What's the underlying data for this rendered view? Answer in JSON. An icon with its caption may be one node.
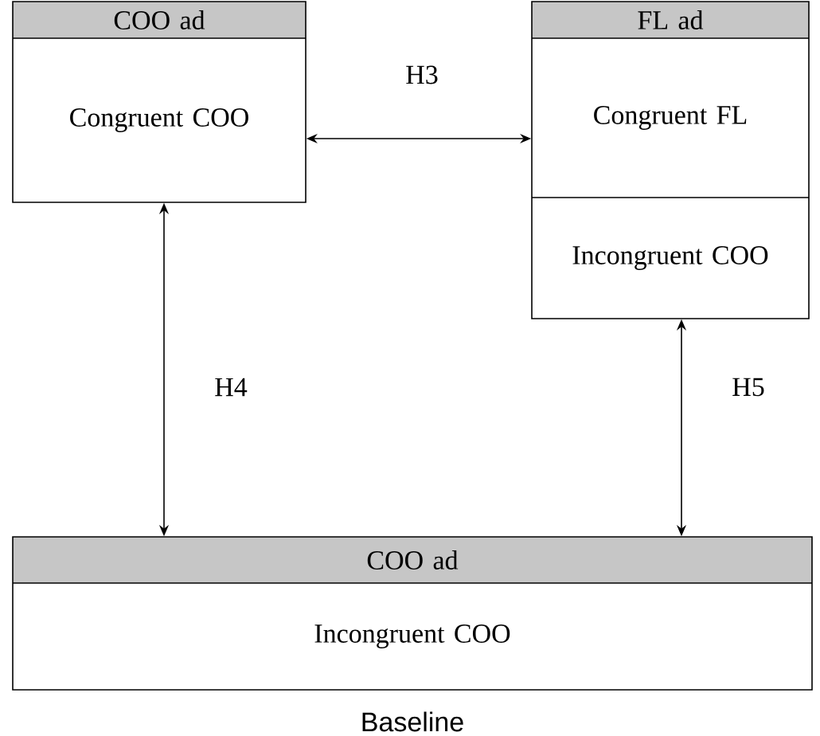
{
  "diagram": {
    "nodes": [
      {
        "text": [
          "COO ad",
          "Congruent COO"
        ]
      },
      {
        "text": [
          "FL ad",
          "Congruent FL",
          "Incongruent COO"
        ]
      },
      {
        "text": [
          "COO ad",
          "Incongruent COO"
        ],
        "beside": [
          "Baseline"
        ]
      }
    ],
    "edges": [
      {
        "from": 0,
        "to": 1,
        "arrow": "both",
        "label": "H3"
      },
      {
        "from": 0,
        "to": 2,
        "arrow": "both",
        "label": "H4"
      },
      {
        "from": 1,
        "to": 2,
        "arrow": "both",
        "label": "H5"
      }
    ]
  }
}
